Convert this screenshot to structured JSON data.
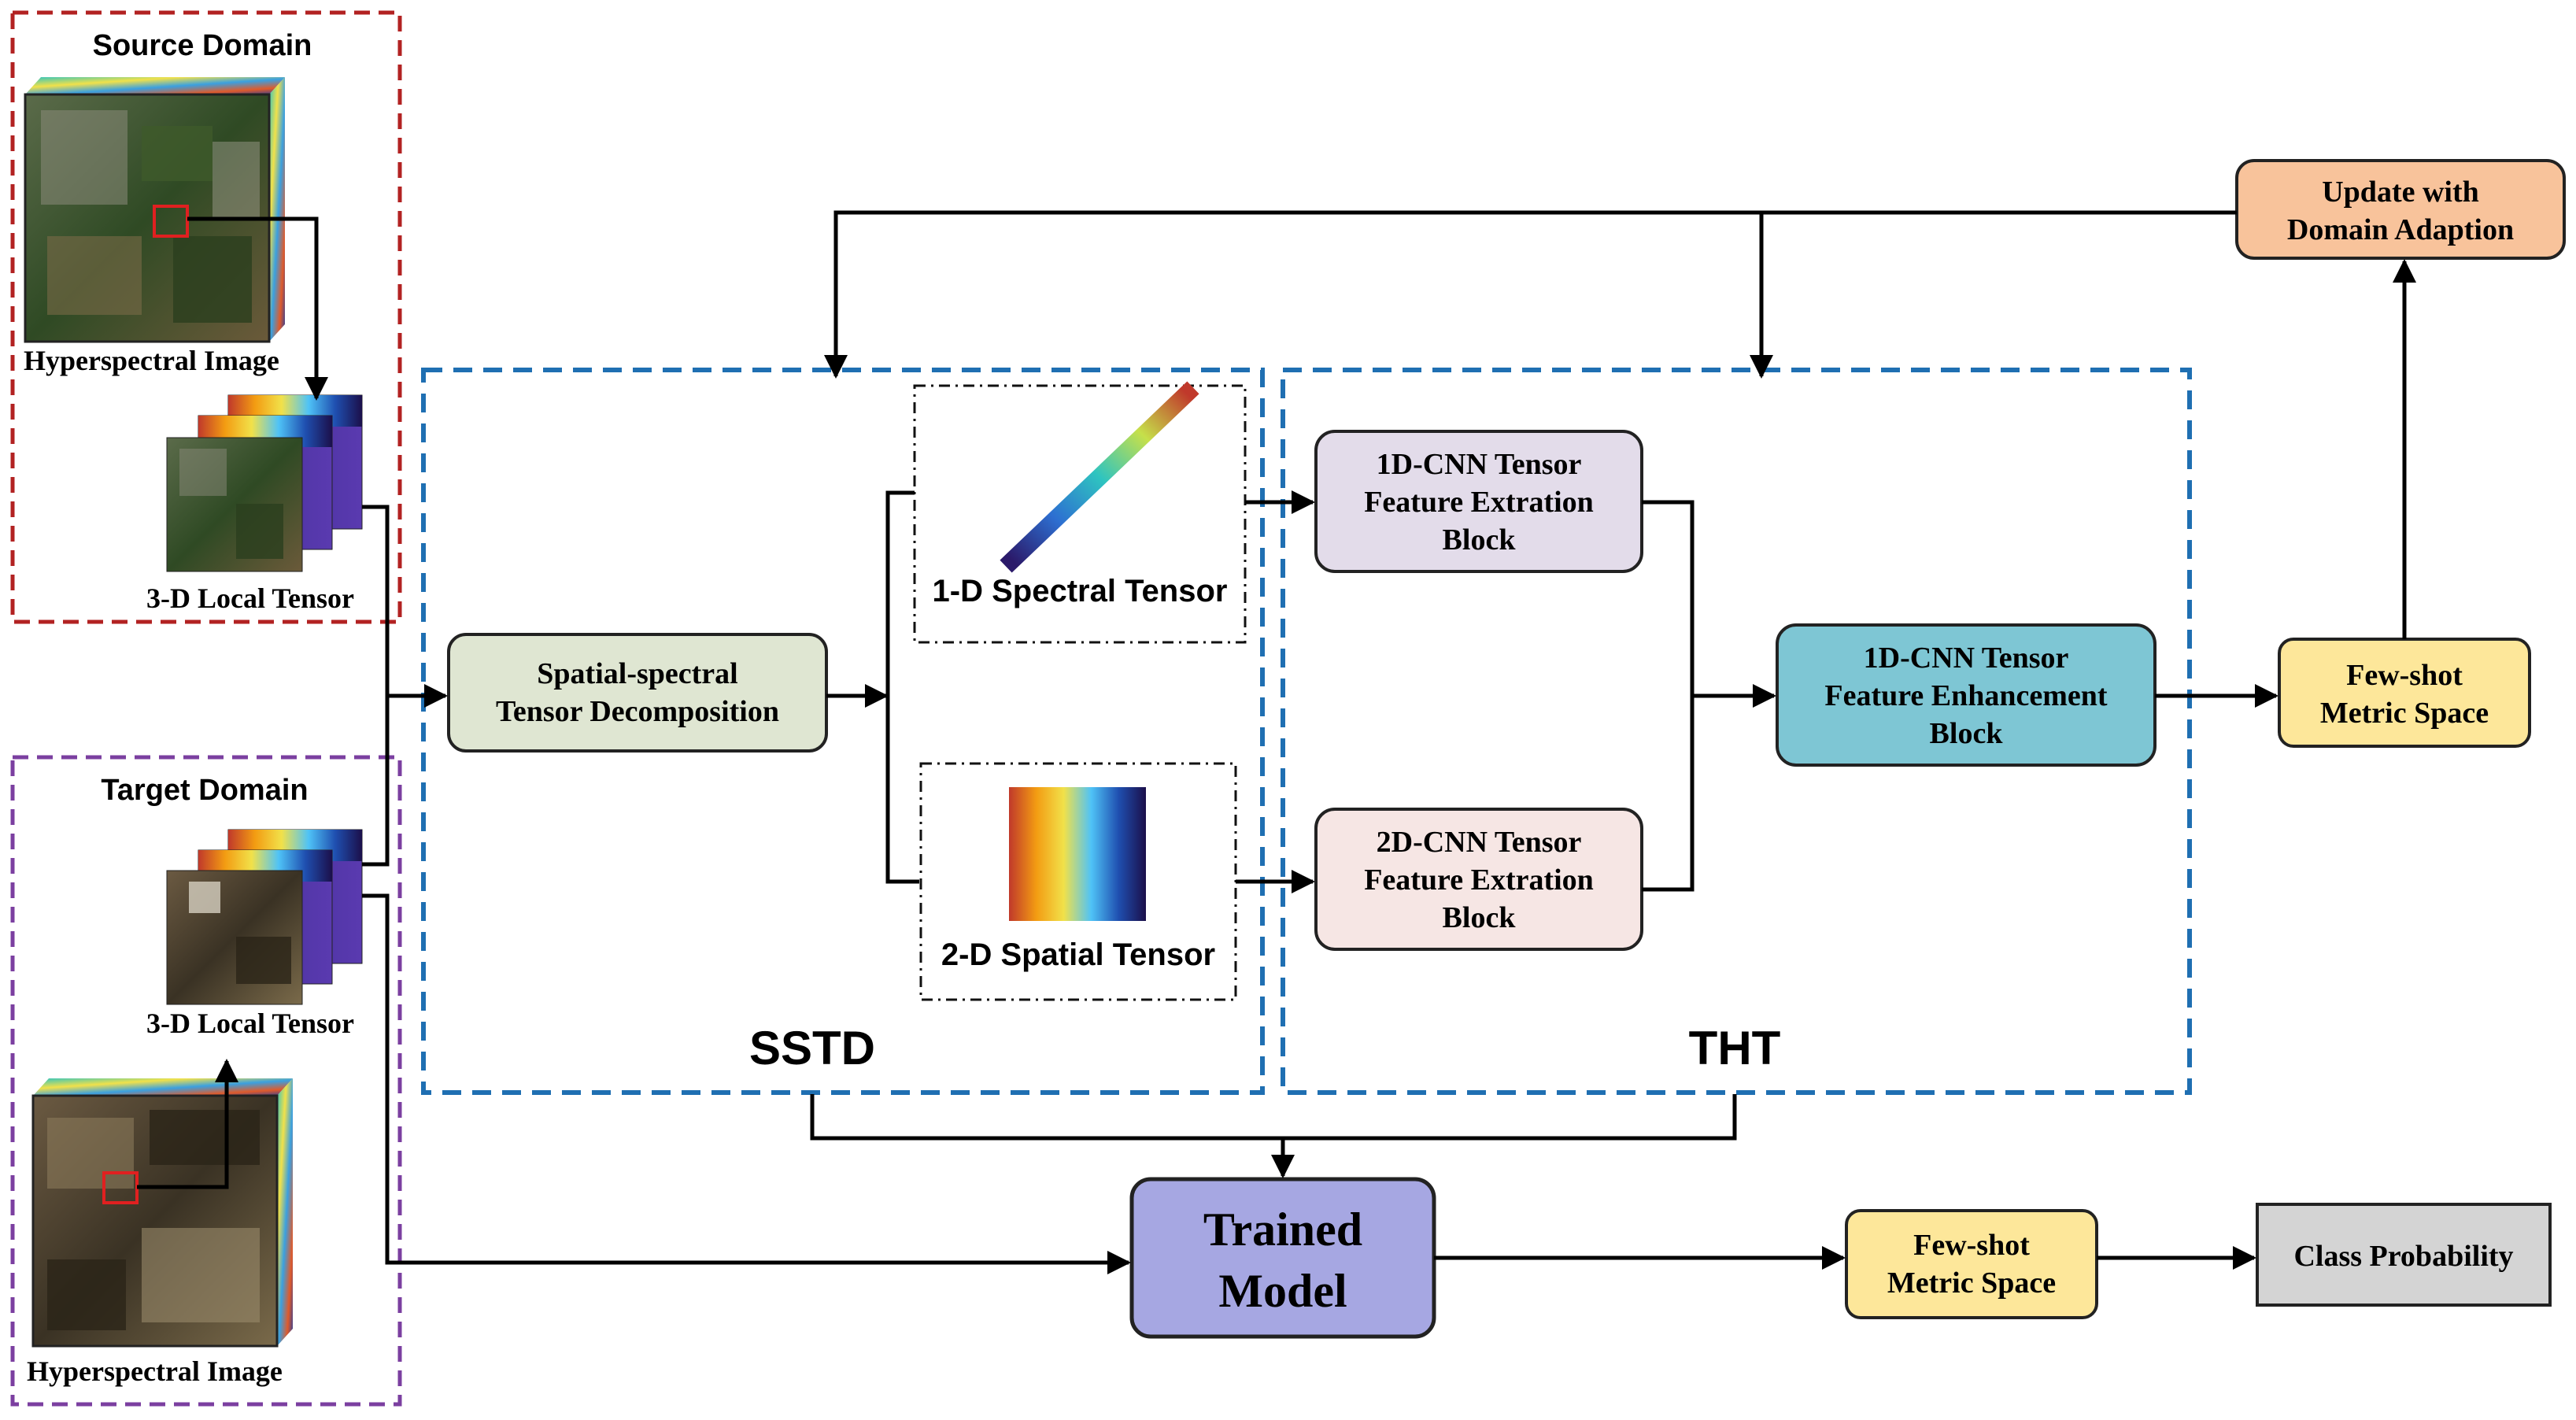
{
  "source_domain": {
    "title": "Source Domain",
    "image_label": "Hyperspectral Image",
    "tensor_label": "3-D Local Tensor"
  },
  "target_domain": {
    "title": "Target Domain",
    "image_label": "Hyperspectral Image",
    "tensor_label": "3-D Local Tensor"
  },
  "sstd": {
    "title": "SSTD",
    "decomposition": [
      "Spatial-spectral",
      "Tensor Decomposition"
    ],
    "spectral_tensor": "1-D Spectral Tensor",
    "spatial_tensor": "2-D Spatial Tensor"
  },
  "tht": {
    "title": "THT",
    "block_1d": [
      "1D-CNN Tensor",
      "Feature Extration",
      "Block"
    ],
    "block_2d": [
      "2D-CNN Tensor",
      "Feature Extration",
      "Block"
    ],
    "enhancement": [
      "1D-CNN Tensor",
      "Feature Enhancement",
      "Block"
    ]
  },
  "few_shot_top": [
    "Few-shot",
    "Metric Space"
  ],
  "update": [
    "Update with",
    "Domain Adaption"
  ],
  "trained_model": [
    "Trained",
    "Model"
  ],
  "few_shot_bottom": [
    "Few-shot",
    "Metric Space"
  ],
  "class_probability": "Class Probability",
  "colors": {
    "source_border": "#b22222",
    "target_border": "#7b3fa0",
    "module_border": "#1f6fb2",
    "decomposition_fill": "#dfe6d2",
    "block_1d_fill": "#e3dcea",
    "block_2d_fill": "#f6e6e4",
    "enhancement_fill": "#7ec6d4",
    "few_shot_fill": "#fde79a",
    "update_fill": "#f8c39b",
    "trained_fill": "#a6a7e2",
    "class_fill": "#d4d4d4"
  }
}
